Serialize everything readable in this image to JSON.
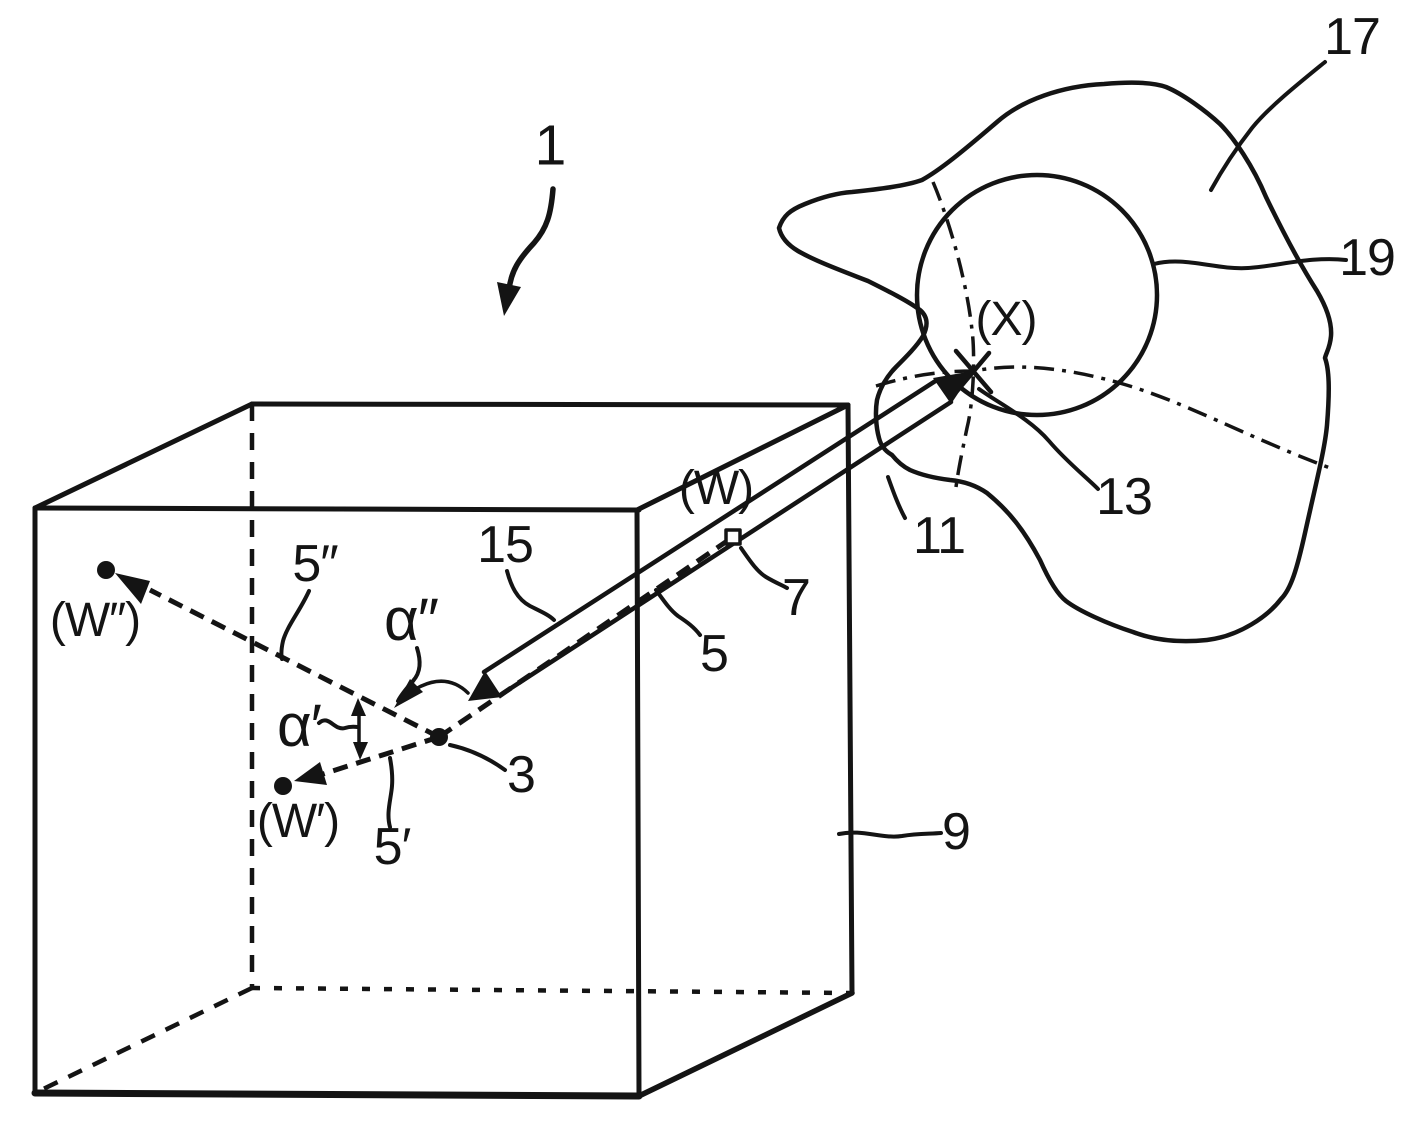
{
  "colors": {
    "ink": "#141414",
    "paper": "#ffffff"
  },
  "labels": [
    {
      "id": "ref-1",
      "text": "1"
    },
    {
      "id": "ref-17",
      "text": "17"
    },
    {
      "id": "ref-19",
      "text": "19"
    },
    {
      "id": "point-x",
      "text": "(X)"
    },
    {
      "id": "ref-13",
      "text": "13"
    },
    {
      "id": "ref-11",
      "text": "11"
    },
    {
      "id": "point-w",
      "text": "(W)"
    },
    {
      "id": "ref-7",
      "text": "7"
    },
    {
      "id": "ref-5",
      "text": "5"
    },
    {
      "id": "ref-15",
      "text": "15"
    },
    {
      "id": "ref-5-dprime",
      "text": "5″"
    },
    {
      "id": "alpha-dprime",
      "text": "α″"
    },
    {
      "id": "alpha-prime",
      "text": "α′"
    },
    {
      "id": "ref-5-prime",
      "text": "5′"
    },
    {
      "id": "ref-3",
      "text": "3"
    },
    {
      "id": "point-w-dprime",
      "text": "(W″)"
    },
    {
      "id": "point-w-prime",
      "text": "(W′)"
    },
    {
      "id": "ref-9",
      "text": "9"
    }
  ]
}
